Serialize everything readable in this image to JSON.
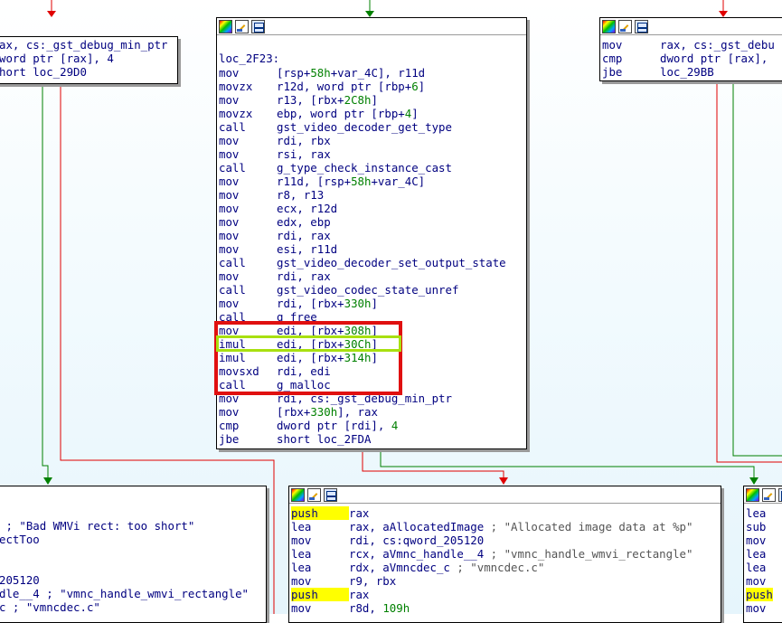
{
  "colors": {
    "green_edge": "#008000",
    "red_edge": "#e00000",
    "highlight_red": "#e01010",
    "highlight_green": "#a8e010",
    "mnemonic": "#000080",
    "number": "#008000"
  },
  "icons": [
    "color-palette-icon",
    "rename-node-icon",
    "group-nodes-icon"
  ],
  "nodes": {
    "top_left": {
      "lines": [
        {
          "m": "ax, cs:_gst_debug_min_ptr",
          "o": ""
        },
        {
          "m": "word ptr [rax], 4",
          "o": ""
        },
        {
          "m": "hort loc_29D0",
          "o": ""
        }
      ]
    },
    "main": {
      "label": "loc_2F23:",
      "lines": [
        {
          "m": "mov",
          "o": "[rsp+58h+var_4C], r11d"
        },
        {
          "m": "movzx",
          "o": "r12d, word ptr [rbp+6]"
        },
        {
          "m": "mov",
          "o": "r13, [rbx+2C8h]"
        },
        {
          "m": "movzx",
          "o": "ebp, word ptr [rbp+4]"
        },
        {
          "m": "call",
          "o": "gst_video_decoder_get_type"
        },
        {
          "m": "mov",
          "o": "rdi, rbx"
        },
        {
          "m": "mov",
          "o": "rsi, rax"
        },
        {
          "m": "call",
          "o": "g_type_check_instance_cast"
        },
        {
          "m": "mov",
          "o": "r11d, [rsp+58h+var_4C]"
        },
        {
          "m": "mov",
          "o": "r8, r13"
        },
        {
          "m": "mov",
          "o": "ecx, r12d"
        },
        {
          "m": "mov",
          "o": "edx, ebp"
        },
        {
          "m": "mov",
          "o": "rdi, rax"
        },
        {
          "m": "mov",
          "o": "esi, r11d"
        },
        {
          "m": "call",
          "o": "gst_video_decoder_set_output_state"
        },
        {
          "m": "mov",
          "o": "rdi, rax"
        },
        {
          "m": "call",
          "o": "gst_video_codec_state_unref"
        },
        {
          "m": "mov",
          "o": "rdi, [rbx+330h]"
        },
        {
          "m": "call",
          "o": "g_free"
        },
        {
          "m": "mov",
          "o": "edi, [rbx+308h]"
        },
        {
          "m": "imul",
          "o": "edi, [rbx+30Ch]"
        },
        {
          "m": "imul",
          "o": "edi, [rbx+314h]"
        },
        {
          "m": "movsxd",
          "o": "rdi, edi"
        },
        {
          "m": "call",
          "o": "g_malloc"
        },
        {
          "m": "mov",
          "o": "rdi, cs:_gst_debug_min_ptr"
        },
        {
          "m": "mov",
          "o": "[rbx+330h], rax"
        },
        {
          "m": "cmp",
          "o": "dword ptr [rdi], 4"
        },
        {
          "m": "jbe",
          "o": "short loc_2FDA"
        }
      ]
    },
    "top_right": {
      "lines": [
        {
          "m": "mov",
          "o": "rax, cs:_gst_debu"
        },
        {
          "m": "cmp",
          "o": "dword ptr [rax],"
        },
        {
          "m": "jbe",
          "o": "loc_29BB"
        }
      ]
    },
    "bottom_left": {
      "lines": [
        {
          "m": "",
          "o": ""
        },
        {
          "m": " ; \"Bad WMVi rect: too short\"",
          "o": ""
        },
        {
          "m": "ectToo",
          "o": ""
        },
        {
          "m": "",
          "o": ""
        },
        {
          "m": "",
          "o": ""
        },
        {
          "m": "205120",
          "o": ""
        },
        {
          "m": "dle__4 ; \"vmnc_handle_wmvi_rectangle\"",
          "o": ""
        },
        {
          "m": "c ; \"vmncdec.c\"",
          "o": ""
        }
      ]
    },
    "bottom_mid": {
      "lines": [
        {
          "m": "push",
          "o": "rax"
        },
        {
          "m": "lea",
          "o": "rax, aAllocatedImage ; \"Allocated image data at %p\""
        },
        {
          "m": "mov",
          "o": "rdi, cs:qword_205120"
        },
        {
          "m": "lea",
          "o": "rcx, aVmnc_handle__4 ; \"vmnc_handle_wmvi_rectangle\""
        },
        {
          "m": "lea",
          "o": "rdx, aVmncdec_c ; \"vmncdec.c\""
        },
        {
          "m": "mov",
          "o": "r9, rbx"
        },
        {
          "m": "push",
          "o": "rax"
        },
        {
          "m": "mov",
          "o": "r8d, 109h"
        }
      ]
    },
    "bottom_right": {
      "lines": [
        {
          "m": "lea",
          "o": ""
        },
        {
          "m": "sub",
          "o": ""
        },
        {
          "m": "mov",
          "o": ""
        },
        {
          "m": "lea",
          "o": ""
        },
        {
          "m": "lea",
          "o": ""
        },
        {
          "m": "mov",
          "o": ""
        },
        {
          "m": "push",
          "o": ""
        },
        {
          "m": "mov",
          "o": ""
        }
      ]
    }
  }
}
